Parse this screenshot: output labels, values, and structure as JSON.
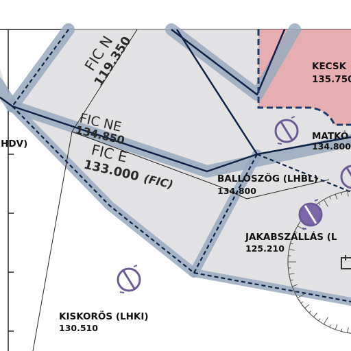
{
  "colors": {
    "sector_fill": "#e2e2e4",
    "border_band": "#98aac0",
    "route_line": "#0d2245",
    "restricted_fill": "#e8a9ab",
    "restricted_border": "#1a3a70",
    "navaid": "#6c5a96",
    "navaid_fill": "#7a66a8"
  },
  "fic_labels": {
    "n_name": "FIC N",
    "n_freq": "119.350",
    "ne_name": "FIC NE",
    "ne_freq": "134.850",
    "e_name": "FIC E",
    "e_freq": "133.000",
    "e_suffix": "(FIC)"
  },
  "airfields": [
    {
      "name": "KECSK",
      "freq": "135.750"
    },
    {
      "name": "MATKÓ",
      "freq": "134.800"
    },
    {
      "name": "BALLÓSZÖG (LHBL)",
      "freq": "134.800"
    },
    {
      "name": "JAKABSZÁLLÁS (L",
      "freq": "125.210"
    },
    {
      "name": "KISKORÖS (LHKI)",
      "freq": "130.510"
    }
  ],
  "partial_label": ".HDV)",
  "icons": [
    "navaid-icon-matko",
    "navaid-icon-jakabszallas",
    "navaid-icon-kiskoros",
    "navaid-icon-edge",
    "compass-rose-icon",
    "airport-symbol-icon"
  ]
}
